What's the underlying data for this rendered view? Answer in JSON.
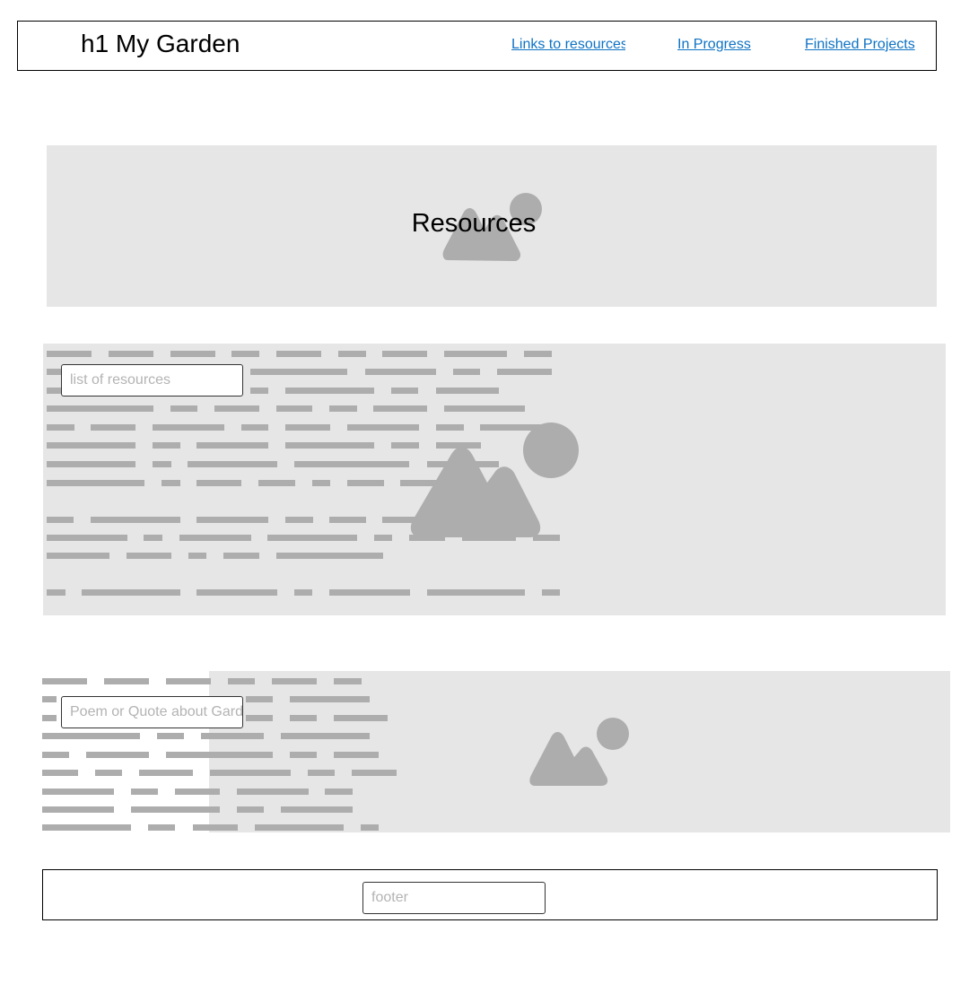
{
  "header": {
    "title": "h1 My Garden",
    "nav": [
      {
        "label": "Links to resources"
      },
      {
        "label": "In Progress"
      },
      {
        "label": "Finished Projects"
      }
    ]
  },
  "hero": {
    "title": "Resources",
    "icon": "image-placeholder-icon"
  },
  "resources_section": {
    "placeholder": "list of resources",
    "icon": "image-placeholder-icon"
  },
  "poem_section": {
    "placeholder": "Poem or Quote about Garden",
    "icon": "image-placeholder-icon"
  },
  "footer": {
    "placeholder": "footer"
  },
  "colors": {
    "link": "#0e72c4",
    "placeholder_bg": "#e6e6e6",
    "placeholder_shape": "#adadad",
    "text_placeholder": "#b3b3b3"
  }
}
